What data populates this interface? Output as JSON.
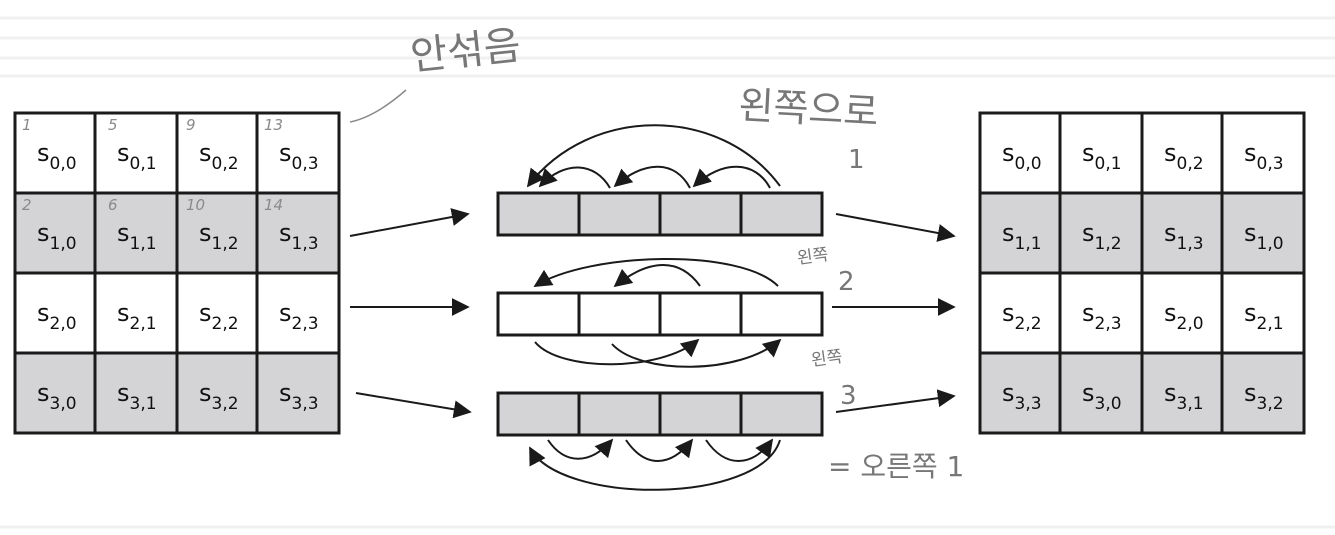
{
  "colors": {
    "shaded": "#d4d4d6",
    "white": "#ffffff",
    "border": "#1a1a1a",
    "handwriting": "#8a8a8a"
  },
  "left_matrix": [
    [
      {
        "s": "s",
        "sub": "0,0"
      },
      {
        "s": "s",
        "sub": "0,1"
      },
      {
        "s": "s",
        "sub": "0,2"
      },
      {
        "s": "s",
        "sub": "0,3"
      }
    ],
    [
      {
        "s": "s",
        "sub": "1,0"
      },
      {
        "s": "s",
        "sub": "1,1"
      },
      {
        "s": "s",
        "sub": "1,2"
      },
      {
        "s": "s",
        "sub": "1,3"
      }
    ],
    [
      {
        "s": "s",
        "sub": "2,0"
      },
      {
        "s": "s",
        "sub": "2,1"
      },
      {
        "s": "s",
        "sub": "2,2"
      },
      {
        "s": "s",
        "sub": "2,3"
      }
    ],
    [
      {
        "s": "s",
        "sub": "3,0"
      },
      {
        "s": "s",
        "sub": "3,1"
      },
      {
        "s": "s",
        "sub": "3,2"
      },
      {
        "s": "s",
        "sub": "3,3"
      }
    ]
  ],
  "right_matrix": [
    [
      {
        "s": "s",
        "sub": "0,0"
      },
      {
        "s": "s",
        "sub": "0,1"
      },
      {
        "s": "s",
        "sub": "0,2"
      },
      {
        "s": "s",
        "sub": "0,3"
      }
    ],
    [
      {
        "s": "s",
        "sub": "1,1"
      },
      {
        "s": "s",
        "sub": "1,2"
      },
      {
        "s": "s",
        "sub": "1,3"
      },
      {
        "s": "s",
        "sub": "1,0"
      }
    ],
    [
      {
        "s": "s",
        "sub": "2,2"
      },
      {
        "s": "s",
        "sub": "2,3"
      },
      {
        "s": "s",
        "sub": "2,0"
      },
      {
        "s": "s",
        "sub": "2,1"
      }
    ],
    [
      {
        "s": "s",
        "sub": "3,3"
      },
      {
        "s": "s",
        "sub": "3,0"
      },
      {
        "s": "s",
        "sub": "3,1"
      },
      {
        "s": "s",
        "sub": "3,2"
      }
    ]
  ],
  "row_shaded": [
    false,
    true,
    false,
    true
  ],
  "bar_shaded": [
    true,
    false,
    true
  ],
  "cell_order_numbers": [
    [
      "1",
      "5",
      "9",
      "13"
    ],
    [
      "2",
      "6",
      "10",
      "14"
    ]
  ],
  "annotations": {
    "top_note": "안섞음",
    "shift_note": "왼쪽으로",
    "row1_num": "1",
    "row2_word": "왼쪽",
    "row2_num": "2",
    "row3_word": "왼쪽",
    "row3_num": "3",
    "row3_equiv": "= 오른쪽 1"
  }
}
